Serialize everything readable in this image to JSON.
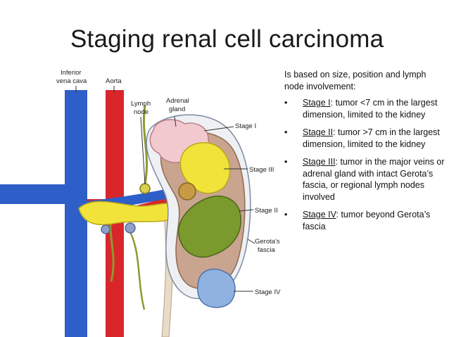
{
  "slide": {
    "title": "Staging renal cell carcinoma"
  },
  "text": {
    "intro": "Is based on size, position and lymph node involvement:",
    "bullet": "•",
    "items": [
      {
        "name": "Stage I",
        "rest": ": tumor <7 cm in the largest dimension, limited to the kidney"
      },
      {
        "name": "Stage II",
        "rest": ": tumor >7 cm in the largest dimension, limited to the kidney"
      },
      {
        "name": "Stage III",
        "rest": ": tumor in the major veins or adrenal gland with intact Gerota’s fascia, or regional lymph nodes involved"
      },
      {
        "name": "Stage IV",
        "rest": ": tumor beyond Gerota’s fascia"
      }
    ]
  },
  "diagram": {
    "labels": {
      "ivc_line1": "Inferior",
      "ivc_line2": "vena cava",
      "aorta": "Aorta",
      "lymph_line1": "Lymph",
      "lymph_line2": "node",
      "adrenal_line1": "Adrenal",
      "adrenal_line2": "gland",
      "stage1": "Stage I",
      "stage3": "Stage III",
      "stage2": "Stage II",
      "gerota_line1": "Gerota's",
      "gerota_line2": "fascia",
      "stage4": "Stage IV"
    },
    "colors": {
      "vein": "#2e5fc8",
      "artery": "#d8262b",
      "kidney": "#c9a48f",
      "adrenal": "#f2c9cf",
      "stage3_tumor": "#f1e33a",
      "stage2_tumor": "#7a9a2e",
      "stage4_tumor": "#8fb2e0",
      "lymph": "#b5a93a"
    }
  }
}
